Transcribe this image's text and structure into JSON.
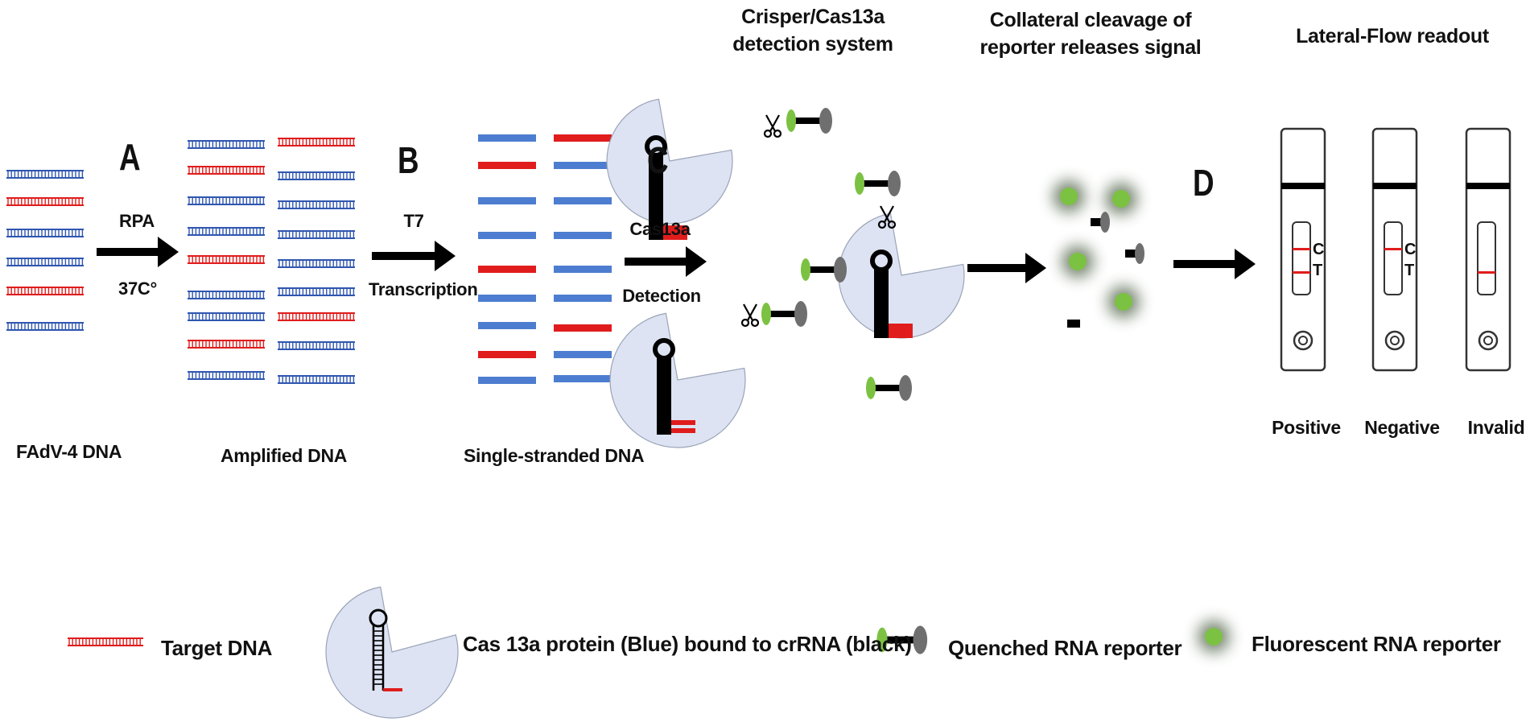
{
  "colors": {
    "target_dna": "#e01c1c",
    "nontarget_dna": "#2f56b0",
    "ssdna_blue": "#4d7dd0",
    "protein_fill": "#dde3f2",
    "fluor_green": "#7cc242",
    "quencher_grey": "#6f6f6f",
    "arrow": "#000000"
  },
  "steps": {
    "A": {
      "letter": "A",
      "cond1": "RPA",
      "cond2": "37C°"
    },
    "B": {
      "letter": "B",
      "cond1": "T7",
      "cond2": "Transcription"
    },
    "C": {
      "letter": "C",
      "cond1": "Cas13a",
      "cond2": "Detection"
    },
    "D": {
      "letter": "D"
    }
  },
  "captions": {
    "input": "FAdV-4 DNA",
    "amplified": "Amplified DNA",
    "single": "Single-stranded DNA"
  },
  "headers": {
    "crisper_line1": "Crisper/Cas13a",
    "crisper_line2": "detection system",
    "collateral_line1": "Collateral cleavage of",
    "collateral_line2": "reporter releases signal",
    "lateral": "Lateral-Flow readout"
  },
  "strips": [
    {
      "label": "Positive",
      "c_line": true,
      "t_line": true,
      "c_mark": "C",
      "t_mark": "T"
    },
    {
      "label": "Negative",
      "c_line": true,
      "t_line": false,
      "c_mark": "C",
      "t_mark": "T"
    },
    {
      "label": "Invalid",
      "c_line": false,
      "t_line": true,
      "c_mark": "",
      "t_mark": ""
    }
  ],
  "legend": {
    "target": "Target DNA",
    "protein": "Cas 13a protein (Blue) bound to crRNA (black)",
    "quenched": "Quenched RNA reporter",
    "fluorescent": "Fluorescent RNA reporter"
  }
}
